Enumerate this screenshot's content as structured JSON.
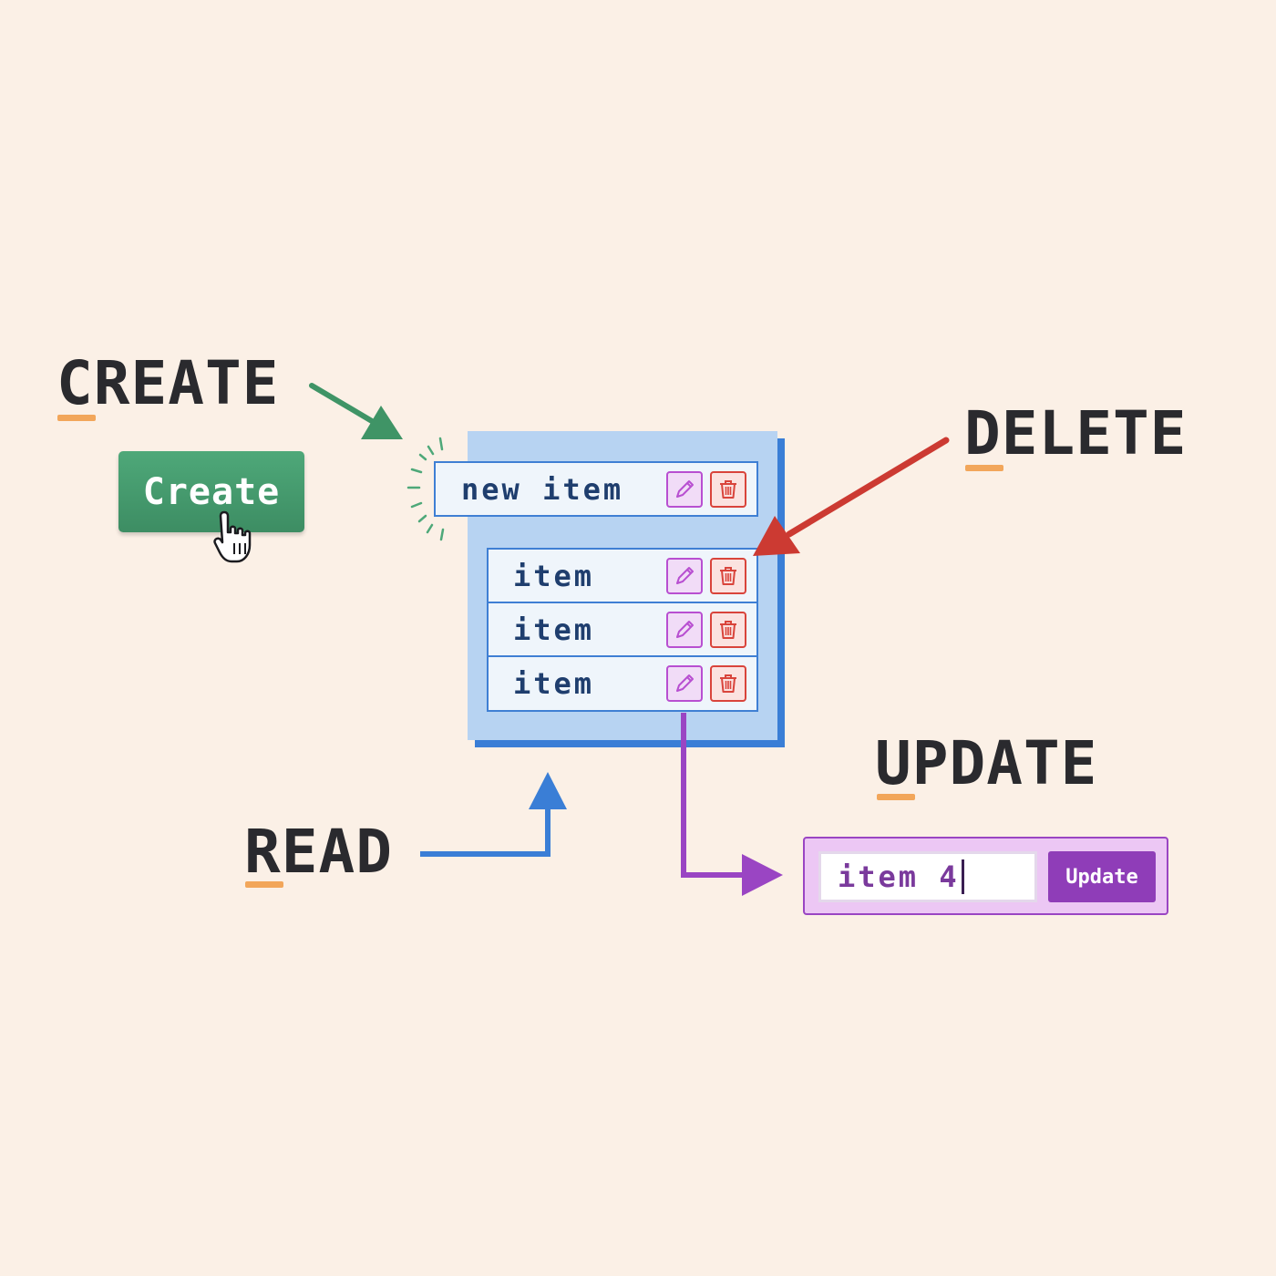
{
  "labels": {
    "create": "CREATE",
    "read": "READ",
    "update": "UPDATE",
    "delete": "DELETE"
  },
  "create_button": {
    "label": "Create"
  },
  "list": {
    "new_item": "new item",
    "items": [
      "item",
      "item",
      "item"
    ]
  },
  "update_form": {
    "input_value": "item 4",
    "button_label": "Update"
  },
  "colors": {
    "background": "#fbf0e6",
    "create": "#3f9466",
    "read": "#3a7ed6",
    "update": "#9a45c3",
    "delete": "#cc3a32",
    "underline": "#f2a65a"
  },
  "icons": [
    "pencil-icon",
    "trash-icon",
    "pointer-hand-icon",
    "sparkle-lines"
  ]
}
